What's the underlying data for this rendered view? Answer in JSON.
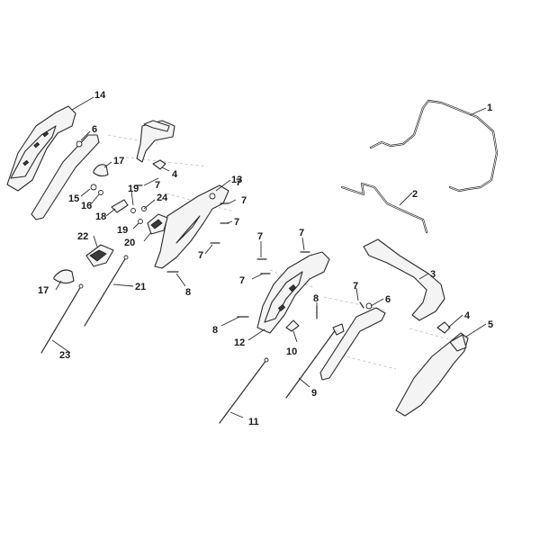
{
  "callouts": [
    "1",
    "2",
    "3",
    "4",
    "4",
    "5",
    "6",
    "6",
    "7",
    "7",
    "7",
    "7",
    "7",
    "7",
    "7",
    "7",
    "7",
    "8",
    "8",
    "8",
    "9",
    "10",
    "11",
    "12",
    "13",
    "14",
    "15",
    "16",
    "17",
    "17",
    "18",
    "19",
    "19",
    "20",
    "21",
    "22",
    "23",
    "24"
  ]
}
